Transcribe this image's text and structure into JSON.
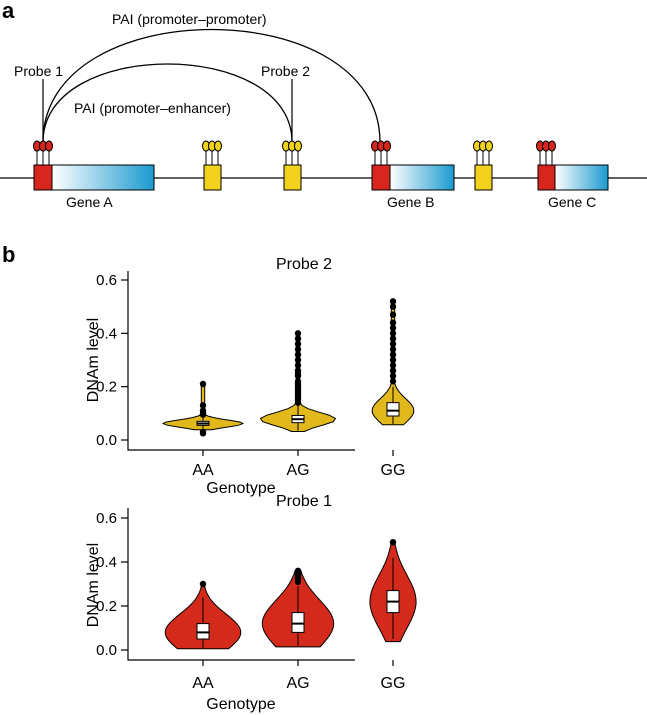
{
  "panel_a": {
    "letter": "a",
    "arc_outer_label": "PAI (promoter–promoter)",
    "arc_inner_label": "PAI (promoter–enhancer)",
    "probe1_label": "Probe 1",
    "probe2_label": "Probe 2",
    "gene_a": "Gene A",
    "gene_b": "Gene B",
    "gene_c": "Gene C",
    "colors": {
      "promoter": "#d7261e",
      "enhancer": "#f2d21c",
      "gene_start": "#ffffff",
      "gene_end": "#1a9ad0"
    }
  },
  "panel_b": {
    "letter": "b"
  },
  "chart_data": [
    {
      "type": "violin",
      "title": "Probe 2",
      "xlabel": "Genotype",
      "ylabel": "DNAm level",
      "categories": [
        "AA",
        "AG",
        "GG"
      ],
      "ylim": [
        0,
        0.6
      ],
      "yticks": [
        0.0,
        0.2,
        0.4,
        0.6
      ],
      "ytick_labels": [
        "0.0",
        "0.2",
        "0.4",
        "0.6"
      ],
      "color": "#e2b91c",
      "boxes": [
        {
          "category": "AA",
          "min": 0.04,
          "q1": 0.055,
          "median": 0.062,
          "q3": 0.07,
          "max": 0.09
        },
        {
          "category": "AG",
          "min": 0.035,
          "q1": 0.065,
          "median": 0.078,
          "q3": 0.092,
          "max": 0.13
        },
        {
          "category": "GG",
          "min": 0.06,
          "q1": 0.09,
          "median": 0.11,
          "q3": 0.14,
          "max": 0.2
        }
      ],
      "outliers": [
        {
          "category": "AA",
          "values": [
            0.21,
            0.13,
            0.11,
            0.1,
            0.095,
            0.03,
            0.025
          ]
        },
        {
          "category": "AG",
          "values": [
            0.4,
            0.38,
            0.36,
            0.34,
            0.32,
            0.3,
            0.28,
            0.26,
            0.25,
            0.24,
            0.22,
            0.21,
            0.2,
            0.19,
            0.18,
            0.17,
            0.16,
            0.15,
            0.14
          ]
        },
        {
          "category": "GG",
          "values": [
            0.52,
            0.5,
            0.47,
            0.44,
            0.42,
            0.4,
            0.38,
            0.36,
            0.34,
            0.32,
            0.3,
            0.28,
            0.26,
            0.24,
            0.22
          ]
        }
      ]
    },
    {
      "type": "violin",
      "title": "Probe 1",
      "xlabel": "Genotype",
      "ylabel": "DNAm level",
      "categories": [
        "AA",
        "AG",
        "GG"
      ],
      "ylim": [
        0,
        0.6
      ],
      "yticks": [
        0.0,
        0.2,
        0.4,
        0.6
      ],
      "ytick_labels": [
        "0.0",
        "0.2",
        "0.4",
        "0.6"
      ],
      "color": "#d32a1c",
      "boxes": [
        {
          "category": "AA",
          "min": 0.01,
          "q1": 0.05,
          "median": 0.08,
          "q3": 0.12,
          "max": 0.24
        },
        {
          "category": "AG",
          "min": 0.02,
          "q1": 0.08,
          "median": 0.12,
          "q3": 0.17,
          "max": 0.29
        },
        {
          "category": "GG",
          "min": 0.05,
          "q1": 0.17,
          "median": 0.22,
          "q3": 0.27,
          "max": 0.42
        }
      ],
      "outliers": [
        {
          "category": "AA",
          "values": [
            0.3
          ]
        },
        {
          "category": "AG",
          "values": [
            0.36,
            0.35,
            0.34,
            0.33,
            0.32,
            0.31
          ]
        },
        {
          "category": "GG",
          "values": [
            0.49
          ]
        }
      ]
    }
  ]
}
